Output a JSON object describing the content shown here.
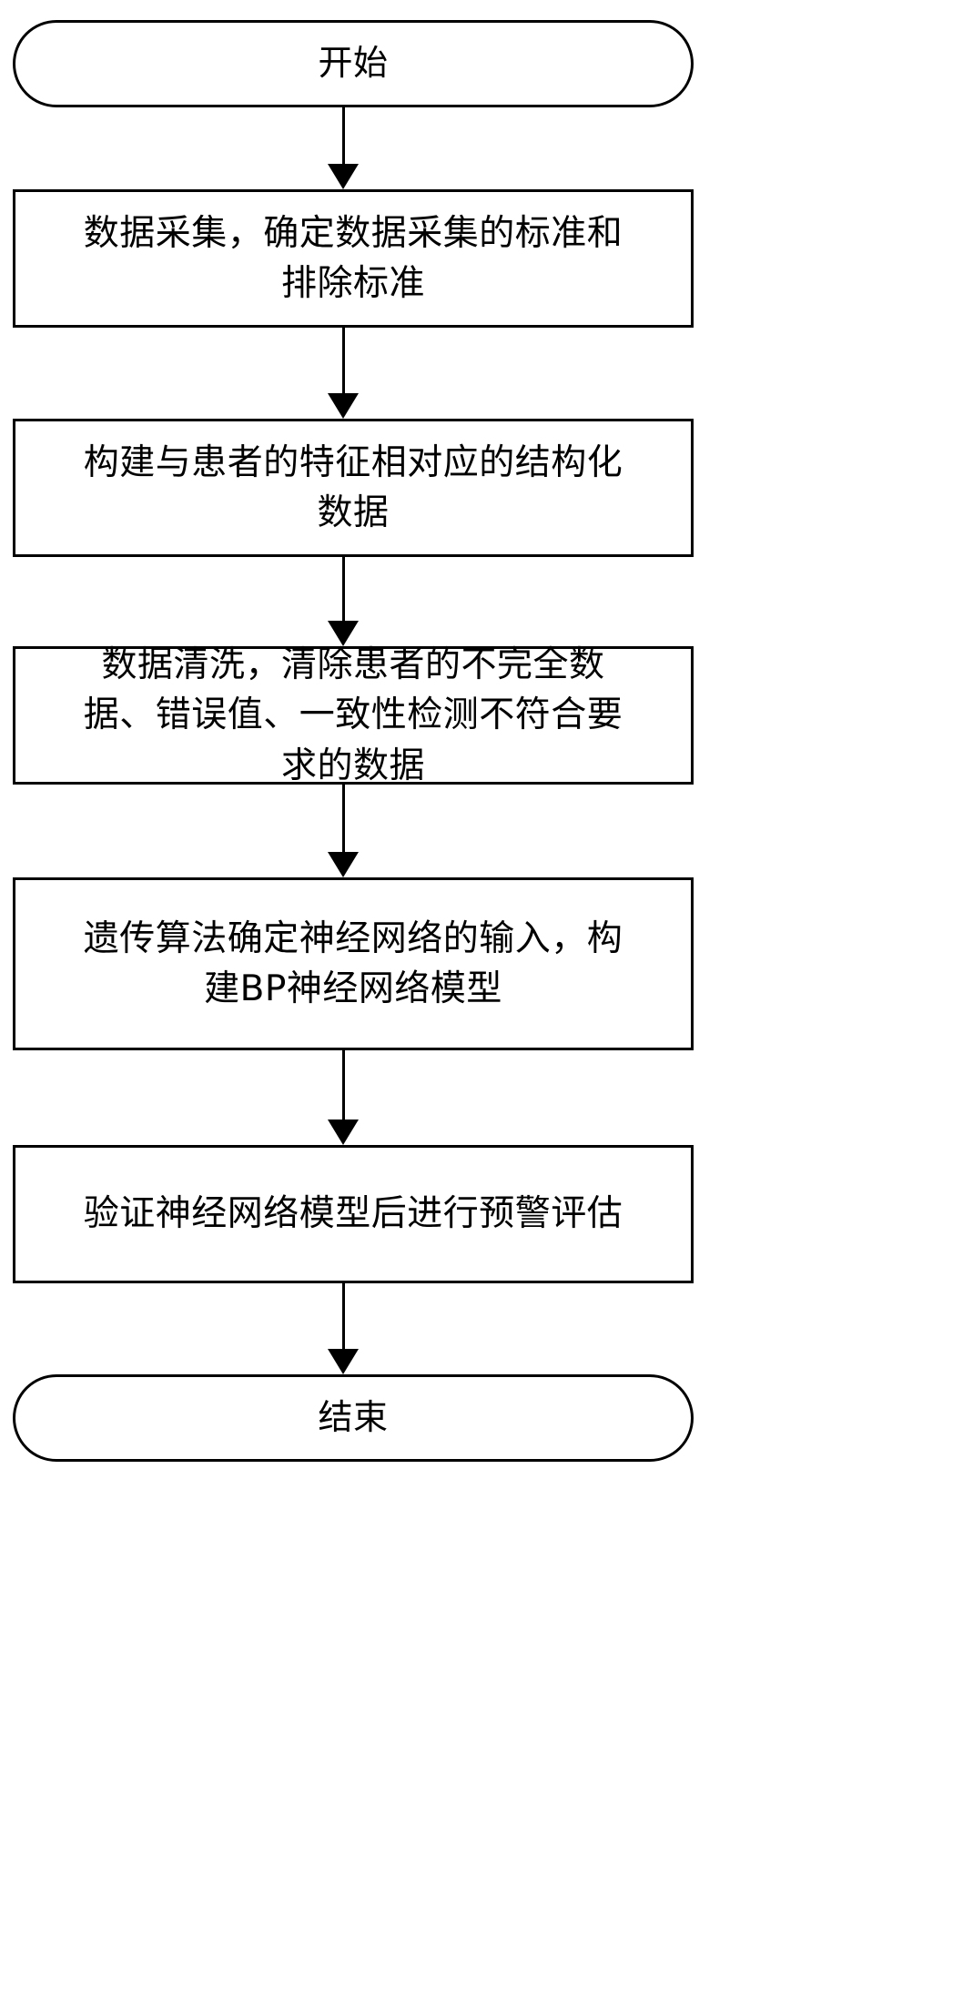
{
  "diagram": {
    "type": "flowchart",
    "orientation": "vertical",
    "background_color": "#ffffff",
    "stroke_color": "#000000",
    "text_color": "#000000",
    "nodes": [
      {
        "id": "start",
        "shape": "terminator",
        "label": "开始"
      },
      {
        "id": "step1",
        "shape": "process",
        "label": "数据采集，确定数据采集的标准和\n排除标准"
      },
      {
        "id": "step2",
        "shape": "process",
        "label": "构建与患者的特征相对应的结构化\n数据"
      },
      {
        "id": "step3",
        "shape": "process",
        "label": "数据清洗，清除患者的不完全数\n据、错误值、一致性检测不符合要\n求的数据"
      },
      {
        "id": "step4",
        "shape": "process",
        "label": "遗传算法确定神经网络的输入，构\n建BP神经网络模型"
      },
      {
        "id": "step5",
        "shape": "process",
        "label": "验证神经网络模型后进行预警评估"
      },
      {
        "id": "end",
        "shape": "terminator",
        "label": "结束"
      }
    ],
    "edges": [
      {
        "from": "start",
        "to": "step1",
        "arrow": "down-arrow"
      },
      {
        "from": "step1",
        "to": "step2",
        "arrow": "down-arrow"
      },
      {
        "from": "step2",
        "to": "step3",
        "arrow": "down-arrow"
      },
      {
        "from": "step3",
        "to": "step4",
        "arrow": "down-arrow"
      },
      {
        "from": "step4",
        "to": "step5",
        "arrow": "down-arrow"
      },
      {
        "from": "step5",
        "to": "end",
        "arrow": "down-arrow"
      }
    ]
  }
}
